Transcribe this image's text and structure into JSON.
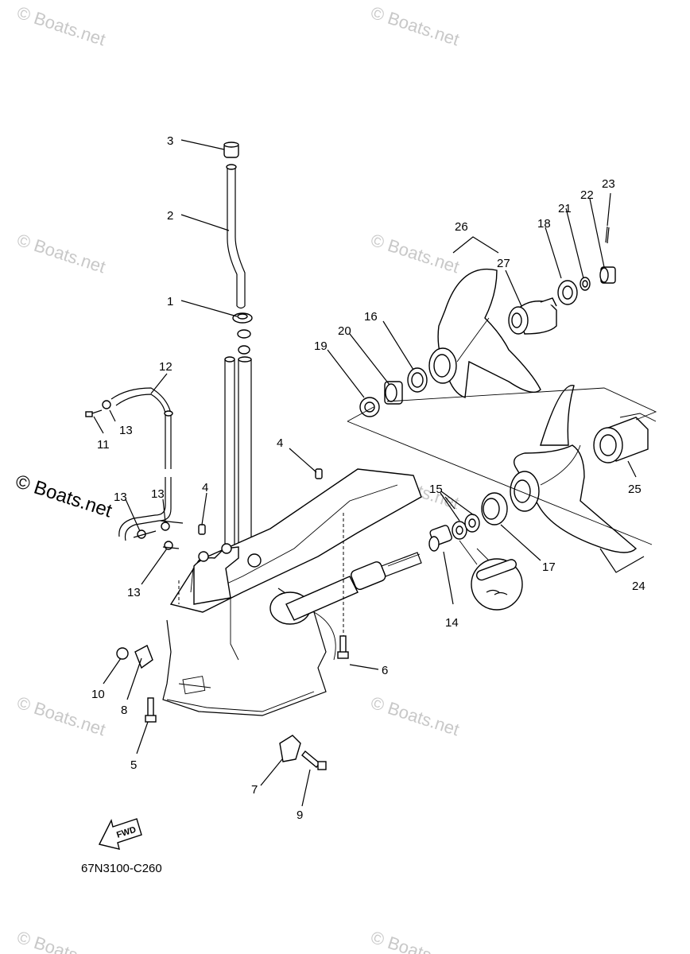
{
  "watermark": {
    "text": "© Boats.net"
  },
  "callouts": [
    "1",
    "2",
    "3",
    "4",
    "4",
    "5",
    "6",
    "7",
    "8",
    "9",
    "10",
    "11",
    "12",
    "13",
    "13",
    "13",
    "13",
    "14",
    "15",
    "16",
    "17",
    "18",
    "19",
    "20",
    "21",
    "22",
    "23",
    "24",
    "25",
    "26",
    "27"
  ],
  "diagram_code": "67N3100-C260",
  "fwd_label": "FWD"
}
